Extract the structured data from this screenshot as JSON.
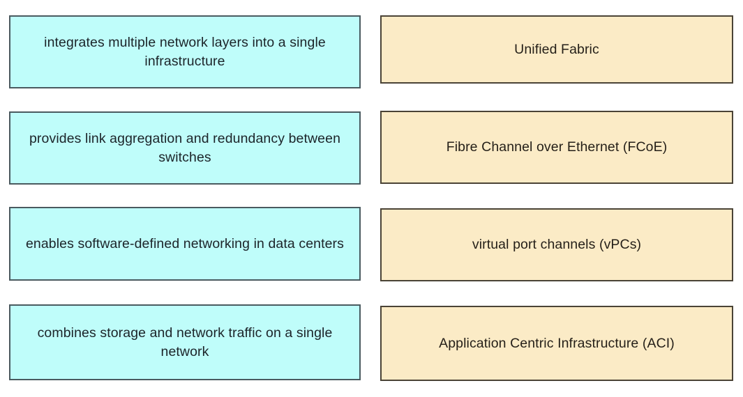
{
  "exercise": {
    "type": "matching-columns",
    "column_count": 2,
    "row_count": 4,
    "left_column": {
      "name": "descriptions",
      "fill_color": "#bffdfa",
      "border_color": "#4a5a5f",
      "text_color": "#1c2429",
      "items": [
        {
          "id": "desc-1",
          "text": "integrates multiple network layers into a single infrastructure"
        },
        {
          "id": "desc-2",
          "text": "provides link aggregation and redundancy between switches"
        },
        {
          "id": "desc-3",
          "text": "enables software-defined networking in data centers"
        },
        {
          "id": "desc-4",
          "text": "combines storage and network traffic on a single network"
        }
      ]
    },
    "right_column": {
      "name": "terms",
      "fill_color": "#fbebc6",
      "border_color": "#4a4336",
      "text_color": "#241f18",
      "items": [
        {
          "id": "term-1",
          "text": "Unified Fabric"
        },
        {
          "id": "term-2",
          "text": "Fibre Channel over Ethernet (FCoE)"
        },
        {
          "id": "term-3",
          "text": "virtual port channels (vPCs)"
        },
        {
          "id": "term-4",
          "text": "Application Centric Infrastructure (ACI)"
        }
      ]
    }
  }
}
